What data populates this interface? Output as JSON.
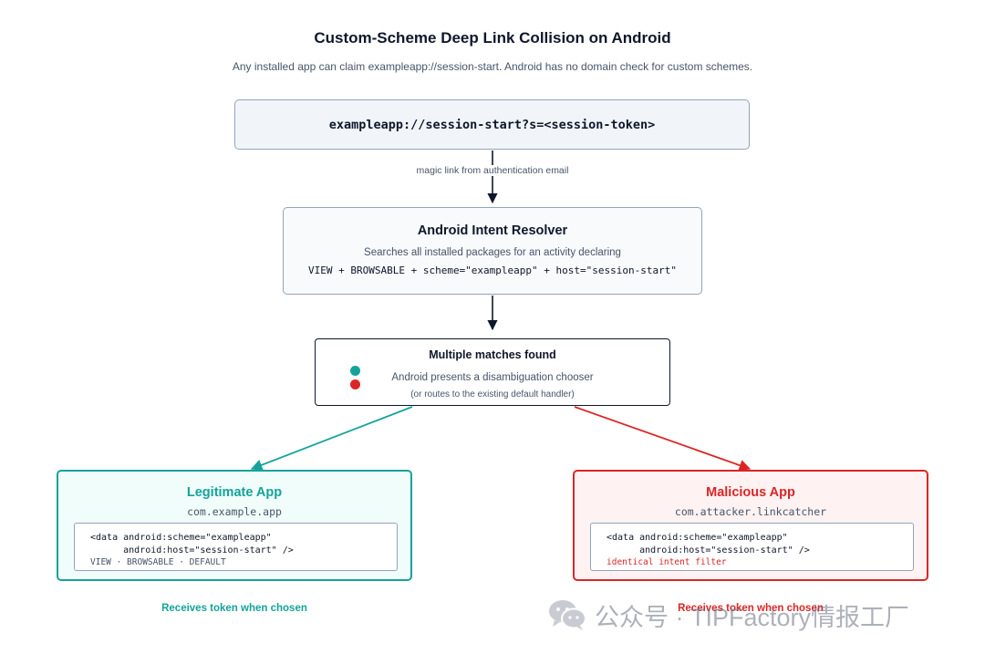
{
  "title": "Custom-Scheme Deep Link Collision on Android",
  "subtitle": "Any installed app can claim exampleapp://session-start. Android has no domain check for custom schemes.",
  "url_box": {
    "text": "exampleapp://session-start?s=<session-token>"
  },
  "edge_label": "magic link from authentication email",
  "resolver": {
    "title": "Android Intent Resolver",
    "description": "Searches all installed packages for an activity declaring",
    "filter": "VIEW + BROWSABLE + scheme=\"exampleapp\" + host=\"session-start\""
  },
  "matches": {
    "title": "Multiple matches found",
    "description": "Android presents a disambiguation chooser",
    "note": "(or routes to the existing default handler)"
  },
  "legit_app": {
    "title": "Legitimate App",
    "package": "com.example.app",
    "code_line1": "<data android:scheme=\"exampleapp\"",
    "code_line2": "      android:host=\"session-start\" />",
    "code_sub": "VIEW · BROWSABLE · DEFAULT",
    "outcome": "Receives token when chosen"
  },
  "malicious_app": {
    "title": "Malicious App",
    "package": "com.attacker.linkcatcher",
    "code_line1": "<data android:scheme=\"exampleapp\"",
    "code_line2": "      android:host=\"session-start\" />",
    "code_sub": "identical intent filter",
    "outcome": "Receives token when chosen"
  },
  "watermark": {
    "text": "公众号 · TIPFactory情报工厂",
    "icon": "wechat-icon"
  },
  "colors": {
    "teal": "#14a39a",
    "red": "#dc2626",
    "dark": "#0f172a",
    "muted": "#475569",
    "border": "#94a3b8"
  }
}
